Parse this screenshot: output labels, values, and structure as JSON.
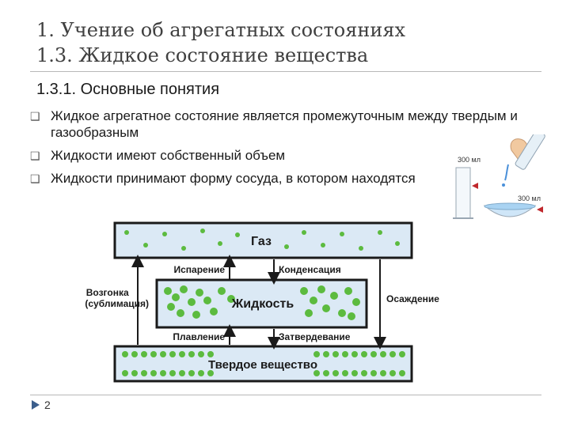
{
  "slide": {
    "title_line1": "1. Учение об агрегатных состояниях",
    "title_line2": "1.3. Жидкое состояние вещества",
    "subheading": "1.3.1. Основные понятия",
    "bullets": [
      "Жидкое агрегатное состояние является промежуточным между твердым и газообразным",
      "Жидкости имеют собственный объем",
      "Жидкости принимают форму сосуда, в котором находятся"
    ],
    "page_number": "2"
  },
  "pour_illustration": {
    "cylinder_volume": "300 мл",
    "dish_volume": "300 мл"
  },
  "phase_diagram": {
    "gas_label": "Газ",
    "liquid_label": "Жидкость",
    "solid_label": "Твердое вещество",
    "evaporation": "Испарение",
    "condensation": "Конденсация",
    "melting": "Плавление",
    "solidification": "Затвердевание",
    "sublimation_line1": "Возгонка",
    "sublimation_line2": "(сублимация)",
    "deposition": "Осаждение"
  },
  "colors": {
    "accent": "#2f5a91",
    "particle": "#5cbb3f",
    "box_fill": "#dbe9f5",
    "page_marker": "#3b5e8c"
  }
}
